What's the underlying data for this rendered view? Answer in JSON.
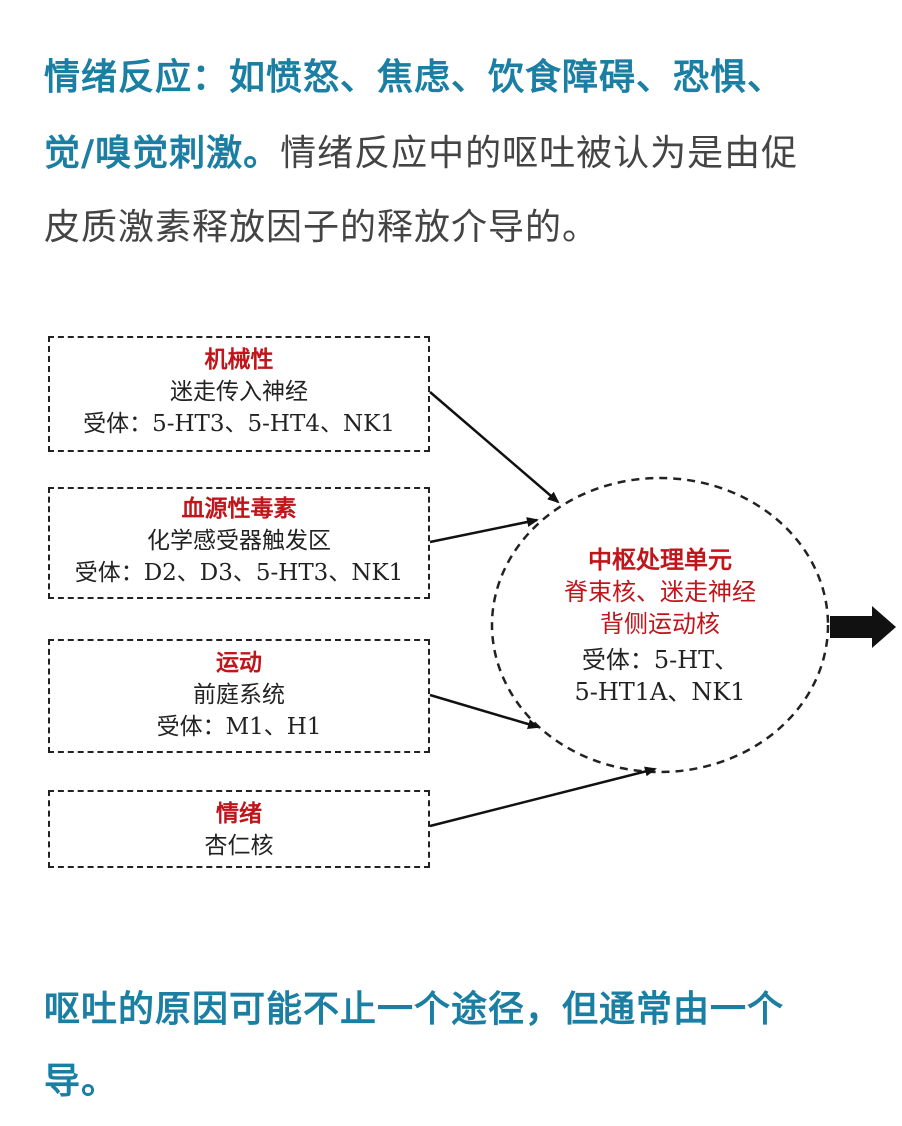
{
  "text": {
    "line1_bold": "情绪反应：如愤怒、焦虑、饮食障碍、恐惧、",
    "line2_bold": "觉/嗅觉刺激。",
    "line2_plain": "情绪反应中的呕吐被认为是由促",
    "line3_plain": "皮质激素释放因子的释放介导的。",
    "line4_bold": "呕吐的原因可能不止一个途径，但通常由一个",
    "line5_bold": "导。"
  },
  "diagram": {
    "mechanical": {
      "title": "机械性",
      "line1": "迷走传入神经",
      "line2": "受体：5-HT3、5-HT4、NK1"
    },
    "blood_toxin": {
      "title": "血源性毒素",
      "line1": "化学感受器触发区",
      "line2": "受体：D2、D3、5-HT3、NK1"
    },
    "motion": {
      "title": "运动",
      "line1": "前庭系统",
      "line2": "受体：M1、H1"
    },
    "emotion": {
      "title": "情绪",
      "line1": "杏仁核"
    },
    "center": {
      "title": "中枢处理单元",
      "red_line1": "脊束核、迷走神经",
      "red_line2": "背侧运动核",
      "line1": "受体：5-HT、",
      "line2": "5-HT1A、NK1"
    }
  },
  "colors": {
    "heading_blue": "#1a7fa3",
    "body_gray": "#444444",
    "diagram_red": "#c0151b",
    "diagram_black": "#222222"
  }
}
